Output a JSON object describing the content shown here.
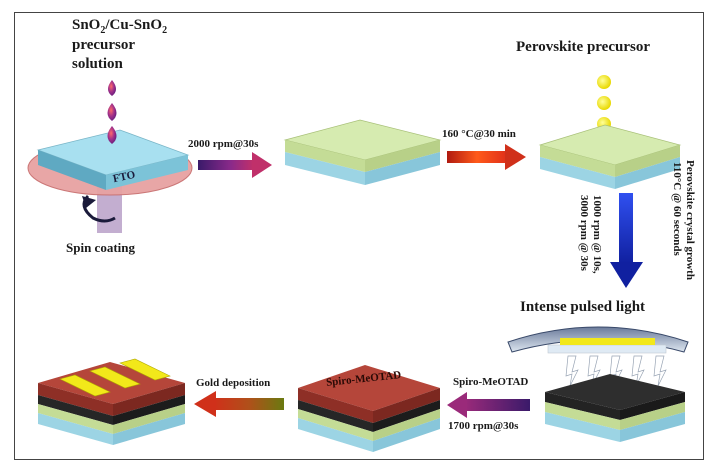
{
  "labels": {
    "precursor_line1_sno2": "SnO",
    "precursor_line1_sub1": "2",
    "precursor_line1_sep": "/Cu-SnO",
    "precursor_line1_sub2": "2",
    "precursor_line2": "precursor",
    "precursor_line3": "solution",
    "fto": "FTO",
    "spin_coating": "Spin coating",
    "step1": "2000 rpm@30s",
    "step2": "160 °C@30 min",
    "perovskite_precursor": "Perovskite precursor",
    "perovskite_growth_line1": "Perovskite crystal growth",
    "perovskite_growth_line2": "110°C @ 60 seconds",
    "spin_line1": "1000 rpm @ 10s,",
    "spin_line2": "3000 rpm @ 30s",
    "intense_pulsed_light": "Intense pulsed light",
    "spiro_step_top": "Spiro-MeOTAD",
    "spiro_step_bottom": "1700 rpm@30s",
    "spiro_layer": "Spiro-MeOTAD",
    "gold_deposition": "Gold deposition"
  },
  "colors": {
    "fto": "#8fd3e8",
    "sno2": "#c8dd95",
    "perovskite": "#2b2b2b",
    "spiro": "#a33a2e",
    "gold": "#f2e81a",
    "substrate_bottom": "#f0f0c0",
    "arrow_purple": "#7a1f8a",
    "arrow_red": "#e8321c",
    "arrow_blue": "#1f3fd6",
    "arrow_olive": "#8a8a1a"
  }
}
